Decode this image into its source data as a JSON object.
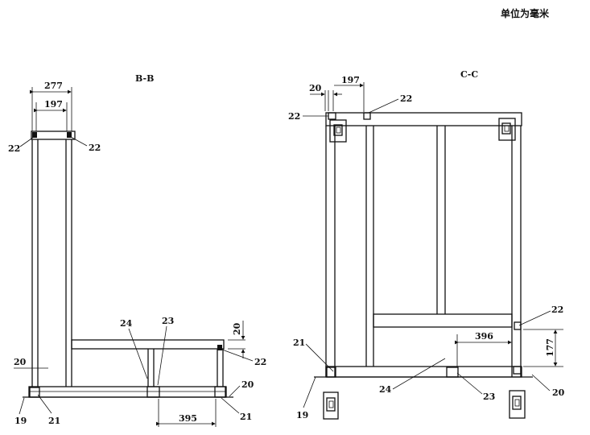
{
  "unit_note": "单位为毫米",
  "view_bb": {
    "title": "B-B",
    "dims": {
      "outer_width": "277",
      "inner_width": "197",
      "offset": "20",
      "top_offset": "20",
      "bottom_span": "395"
    },
    "callouts": {
      "top_left": "22",
      "top_right": "22",
      "c24": "24",
      "c23": "23",
      "right_22": "22",
      "right_20": "20",
      "right_21": "21",
      "left_19": "19",
      "left_21": "21"
    }
  },
  "view_cc": {
    "title": "C-C",
    "dims": {
      "offset": "20",
      "span": "197",
      "span_396": "396",
      "height_177": "177"
    },
    "callouts": {
      "top_22": "22",
      "left_22": "22",
      "right_22": "22",
      "c21": "21",
      "c24": "24",
      "c23": "23",
      "c20": "20",
      "c19": "19"
    }
  }
}
